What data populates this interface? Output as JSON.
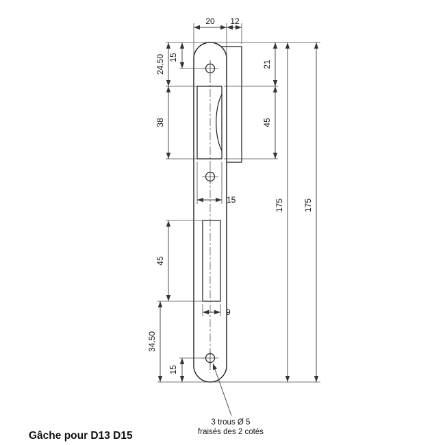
{
  "title": "Gâche pour D13 D15",
  "annotation": {
    "line1": "3 trous Ø 5",
    "line2": "fraisés des 2 cotés"
  },
  "dims": {
    "plate_width": "20",
    "lip_width": "12",
    "top_edge_to_top_hole": "15",
    "top_edge_to_cutout": "24,50",
    "upper_cutout_height_left": "38",
    "top_edge_to_cutout_right": "21",
    "upper_cutout_height_right": "45",
    "upper_cutout_width": "15",
    "overall_length_inner": "175",
    "overall_length_outer": "175",
    "lower_cutout_height": "45",
    "lower_cutout_width": "9",
    "bottom_edge_to_cutout": "34,50",
    "bottom_edge_to_bottom_hole": "15"
  }
}
